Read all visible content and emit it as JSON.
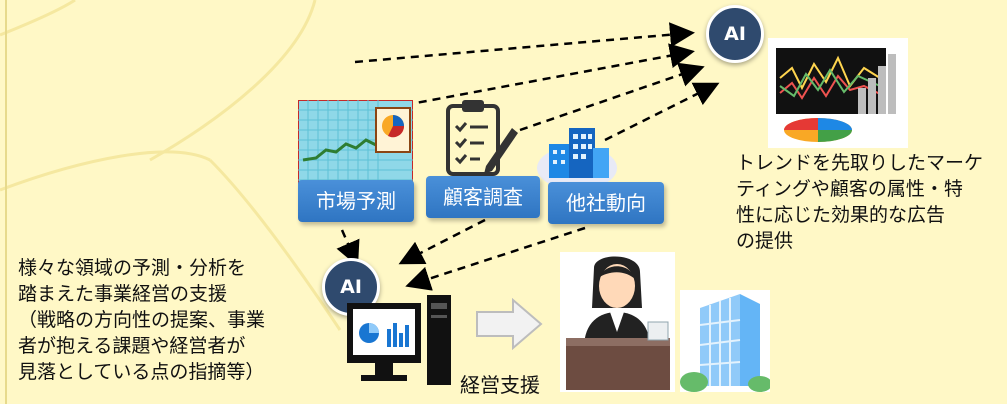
{
  "colors": {
    "background": "#FFF8C6",
    "label_blue": "#2F75C2",
    "ai_badge": "#2F4A6E",
    "arrow": "#000000"
  },
  "ai": {
    "top": "AI",
    "bottom": "AI"
  },
  "labels": {
    "market": "市場予測",
    "customer": "顧客調査",
    "competitor": "他社動向"
  },
  "texts": {
    "marketing": "トレンドを先取りしたマーケ\nティングや顧客の属性・特\n性に応じた効果的な広告\nの提供",
    "management": "様々な領域の予測・分析を\n踏まえた事業経営の支援\n（戦略の方向性の提案、事業\n者が抱える課題や経営者が\n見落としている点の指摘等）",
    "support": "経営支援"
  },
  "icons": {
    "market_chart": "line-chart-with-pie-image",
    "clipboard": "clipboard-checklist-icon",
    "buildings": "office-buildings-icon",
    "analytics": "analytics-charts-image",
    "computer": "desktop-computer-icon",
    "executive": "businesswoman-at-desk-image",
    "office": "office-building-image",
    "arrow": "right-arrow-icon"
  }
}
